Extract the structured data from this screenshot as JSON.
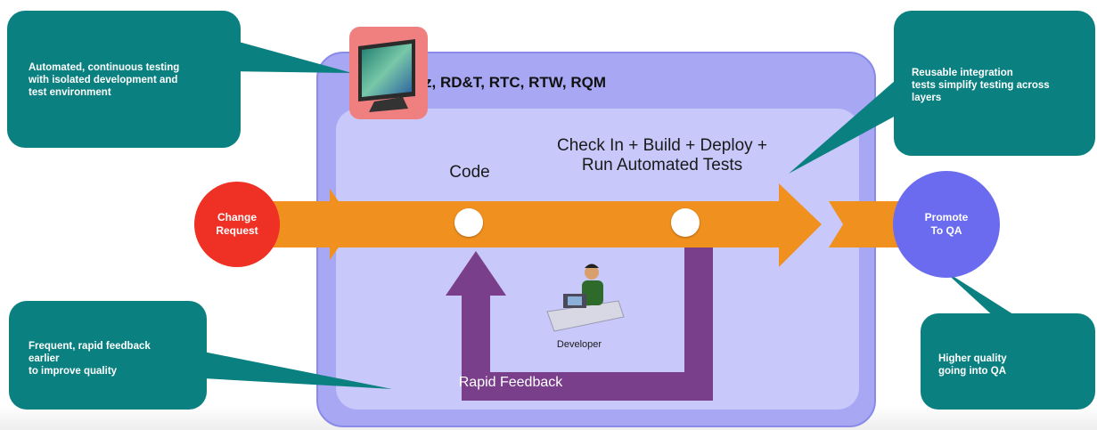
{
  "callouts": {
    "automated": "Automated, continuous testing\nwith isolated development and\ntest environment",
    "reusable": "Reusable integration\ntests simplify  testing across\nlayers",
    "frequent": "Frequent, rapid feedback\nearlier\nto improve quality",
    "quality": "Higher quality\ngoing into QA"
  },
  "tools": "z, RD&T, RTC, RTW, RQM",
  "labels": {
    "code": "Code",
    "checkin": "Check In + Build + Deploy +\nRun Automated Tests",
    "developer": "Developer",
    "rapid_feedback": "Rapid Feedback"
  },
  "nodes": {
    "change_request": "Change\nRequest",
    "promote": "Promote\nTo QA"
  },
  "colors": {
    "teal": "#0b8080",
    "orange": "#f0901e",
    "purple": "#7a3f8a",
    "red": "#ee3124",
    "blue_node": "#6b6bf0",
    "panel": "#a7a7f4"
  }
}
